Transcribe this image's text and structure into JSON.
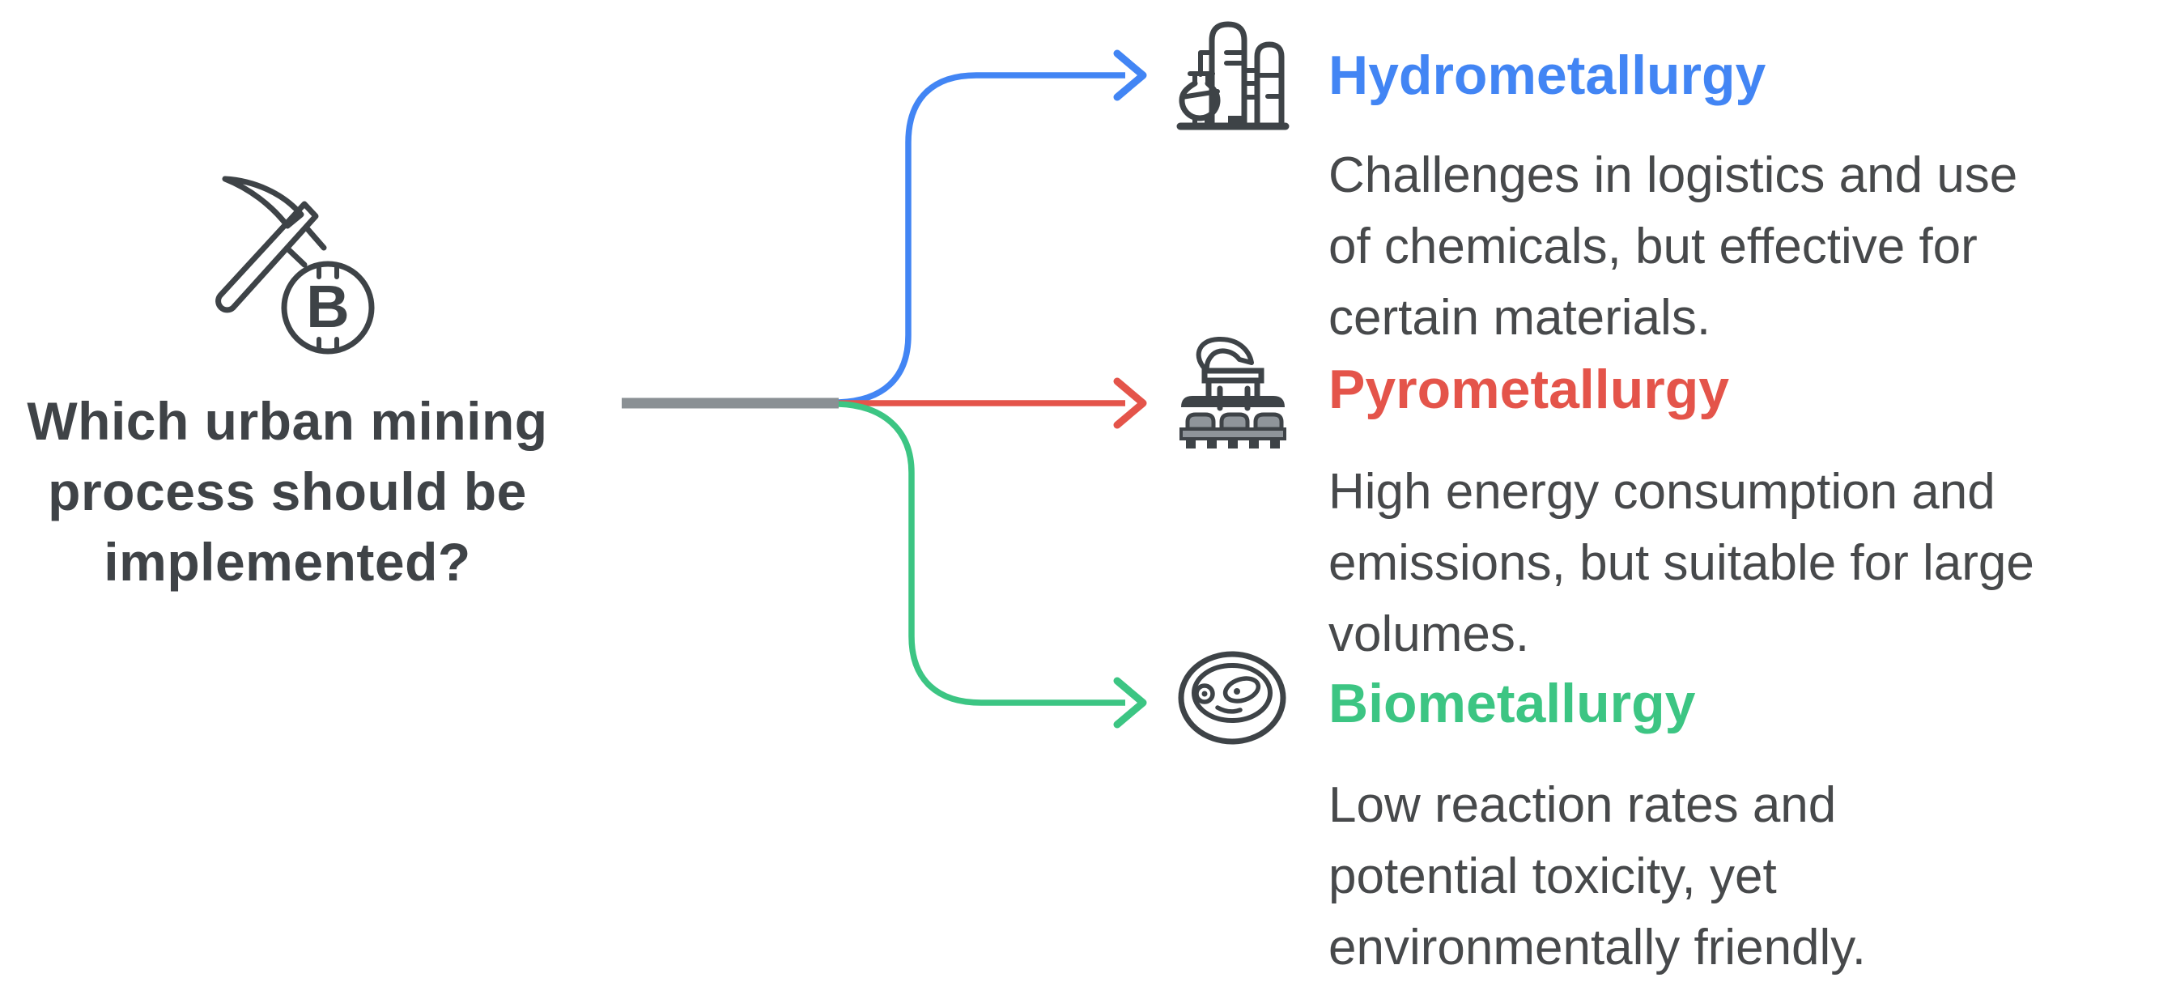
{
  "palette": {
    "background": "#FFFFFF",
    "hydrometallurgy_blue": "#4285F4",
    "pyrometallurgy_red": "#E4544A",
    "biometallurgy_green": "#3CC583",
    "stem_gray": "#8A9094",
    "question_text": "#3F4347",
    "body_text": "#47494B",
    "icon_stroke": "#3E4347",
    "icon_gray_fill": "#8F959A"
  },
  "question": {
    "icon": "pickaxe-bitcoin-icon",
    "text": "Which urban mining process should be implemented?",
    "lines": [
      "Which urban mining",
      "process should be",
      "implemented?"
    ]
  },
  "branches": [
    {
      "id": "hydrometallurgy",
      "label": "Hydrometallurgy",
      "color": "#4285F4",
      "icon": "refinery-icon",
      "description": "Challenges in logistics and use of chemicals, but effective for certain materials.",
      "description_lines": [
        "Challenges in logistics and use",
        "of chemicals, but effective for",
        "certain materials."
      ]
    },
    {
      "id": "pyrometallurgy",
      "label": "Pyrometallurgy",
      "color": "#E4544A",
      "icon": "furnace-icon",
      "description": "High energy consumption and emissions, but suitable for large volumes.",
      "description_lines": [
        "High energy consumption and",
        "emissions, but suitable for large",
        "volumes."
      ]
    },
    {
      "id": "biometallurgy",
      "label": "Biometallurgy",
      "color": "#3CC583",
      "icon": "petri-dish-icon",
      "description": "Low reaction rates and potential toxicity, yet environmentally friendly.",
      "description_lines": [
        "Low reaction rates and",
        "potential toxicity, yet",
        "environmentally friendly."
      ]
    }
  ]
}
